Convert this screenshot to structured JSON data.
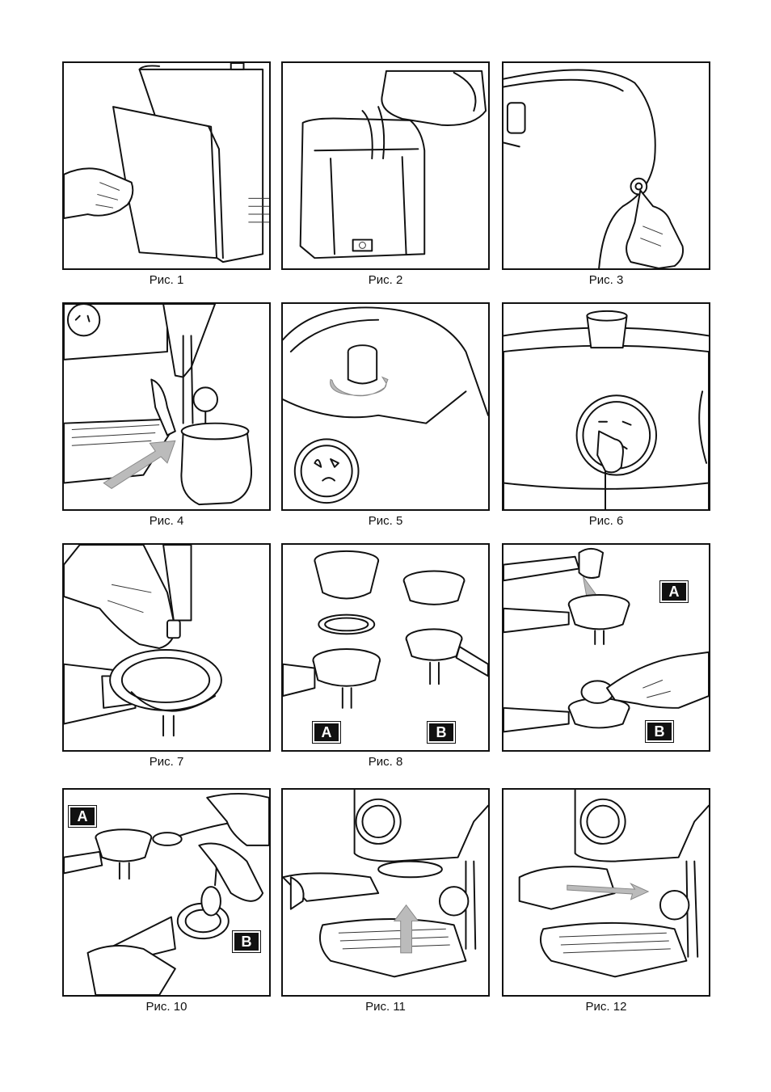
{
  "figures": [
    {
      "caption": "Рис. 1"
    },
    {
      "caption": "Рис. 2"
    },
    {
      "caption": "Рис. 3"
    },
    {
      "caption": "Рис. 4"
    },
    {
      "caption": "Рис. 5"
    },
    {
      "caption": "Рис. 6"
    },
    {
      "caption": "Рис. 7"
    },
    {
      "caption": "Рис. 8",
      "labels": [
        "A",
        "B"
      ]
    },
    {
      "caption": "",
      "labels": [
        "A",
        "B"
      ]
    },
    {
      "caption": "Рис. 10",
      "labels": [
        "A",
        "B"
      ]
    },
    {
      "caption": "Рис. 11"
    },
    {
      "caption": "Рис. 12"
    }
  ]
}
